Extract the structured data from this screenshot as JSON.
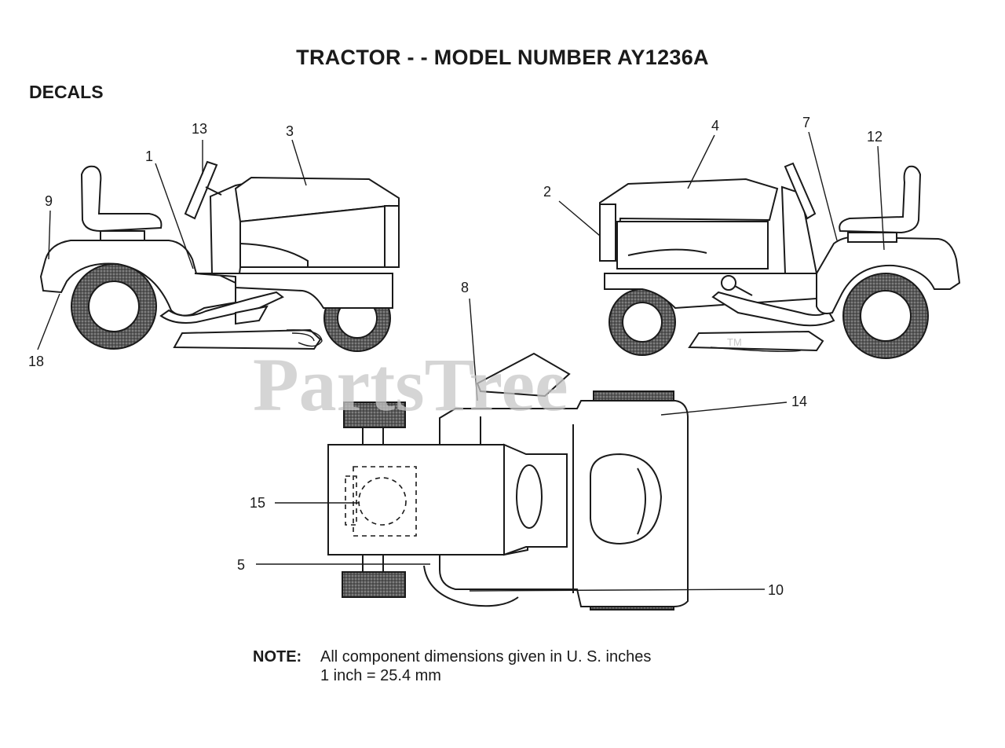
{
  "title": "TRACTOR - - MODEL NUMBER  AY1236A",
  "section_label": "DECALS",
  "callouts": {
    "c1": "1",
    "c2": "2",
    "c3": "3",
    "c4": "4",
    "c5": "5",
    "c7": "7",
    "c8": "8",
    "c9": "9",
    "c10": "10",
    "c12": "12",
    "c13": "13",
    "c14": "14",
    "c15": "15",
    "c18": "18"
  },
  "note": {
    "label": "NOTE:",
    "line1": "All component dimensions given in U. S. inches",
    "line2": "1 inch = 25.4 mm"
  },
  "watermark": {
    "text": "PartsTree",
    "tm": "TM"
  }
}
